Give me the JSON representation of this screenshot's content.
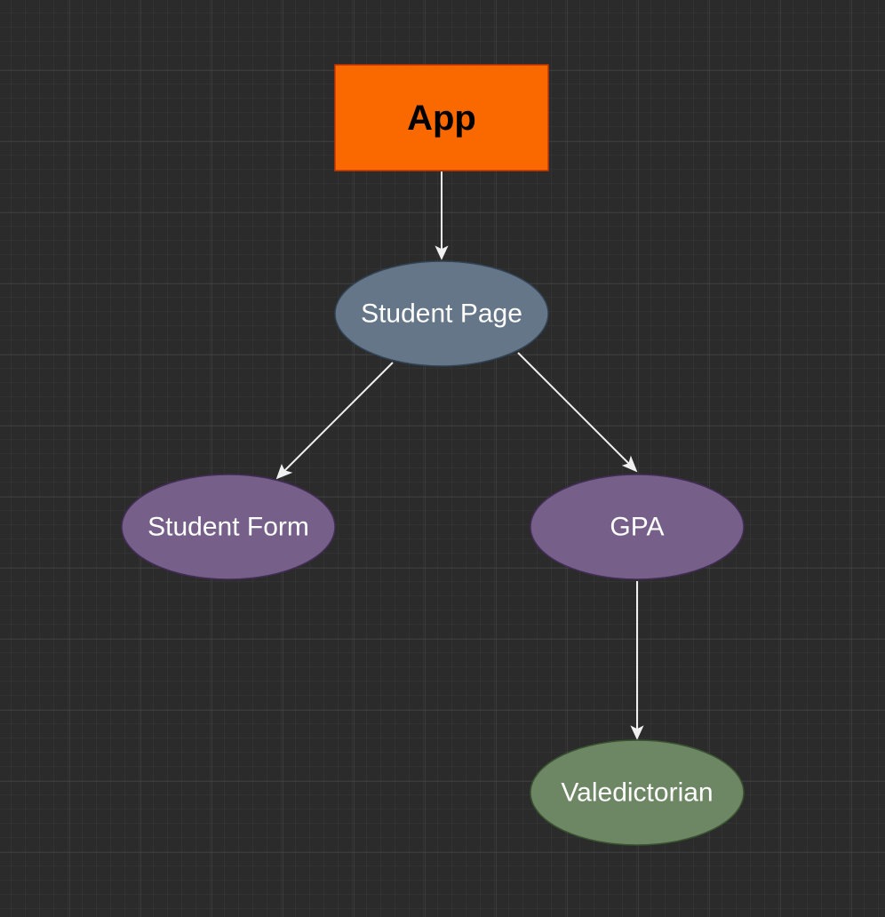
{
  "nodes": {
    "app": {
      "label": "App",
      "fill": "#fa6800",
      "stroke": "#c73500",
      "text_color": "#000000"
    },
    "student_page": {
      "label": "Student Page",
      "fill": "#647687",
      "stroke": "#314354",
      "text_color": "#ffffff"
    },
    "student_form": {
      "label": "Student Form",
      "fill": "#76608a",
      "stroke": "#432d57",
      "text_color": "#ffffff"
    },
    "gpa": {
      "label": "GPA",
      "fill": "#76608a",
      "stroke": "#432d57",
      "text_color": "#ffffff"
    },
    "valedictorian": {
      "label": "Valedictorian",
      "fill": "#6d8764",
      "stroke": "#3a5431",
      "text_color": "#ffffff"
    }
  },
  "edges": [
    {
      "from": "app",
      "to": "student_page"
    },
    {
      "from": "student_page",
      "to": "student_form"
    },
    {
      "from": "student_page",
      "to": "gpa"
    },
    {
      "from": "gpa",
      "to": "valedictorian"
    }
  ],
  "colors": {
    "background": "#2b2b2b",
    "grid_minor": "#3a3a3a",
    "grid_major": "#4a4a4a",
    "edge": "#f0f0f0"
  }
}
